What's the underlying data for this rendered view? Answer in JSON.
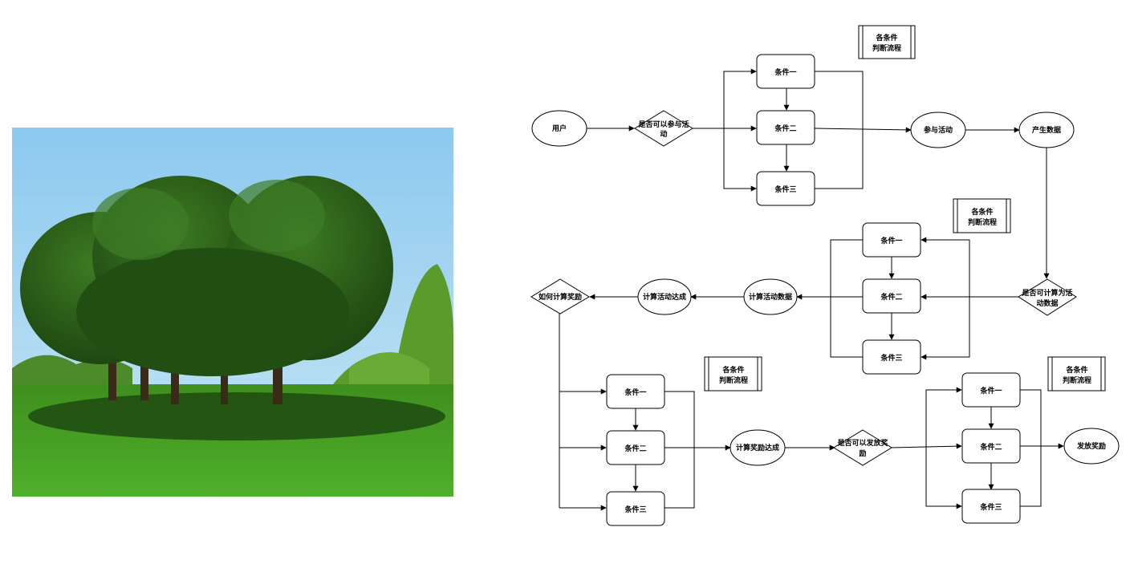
{
  "photo": {
    "subject": "tree-photo"
  },
  "flow": {
    "user": "用户",
    "can_join": [
      "是否可以参与活",
      "动"
    ],
    "cond_1": "条件一",
    "cond_2": "条件二",
    "cond_3": "条件三",
    "cond_flow": [
      "各条件",
      "判断流程"
    ],
    "join": "参与活动",
    "gen_data": "产生数据",
    "can_calc": [
      "是否可计算为活",
      "动数据"
    ],
    "calc_data": "计算活动数据",
    "calc_achieve": "计算活动达成",
    "how_calc": "如何计算奖励",
    "calc_reward_achieve": "计算奖励达成",
    "can_issue": [
      "是否可以发放奖",
      "励"
    ],
    "issue_reward": "发放奖励"
  }
}
